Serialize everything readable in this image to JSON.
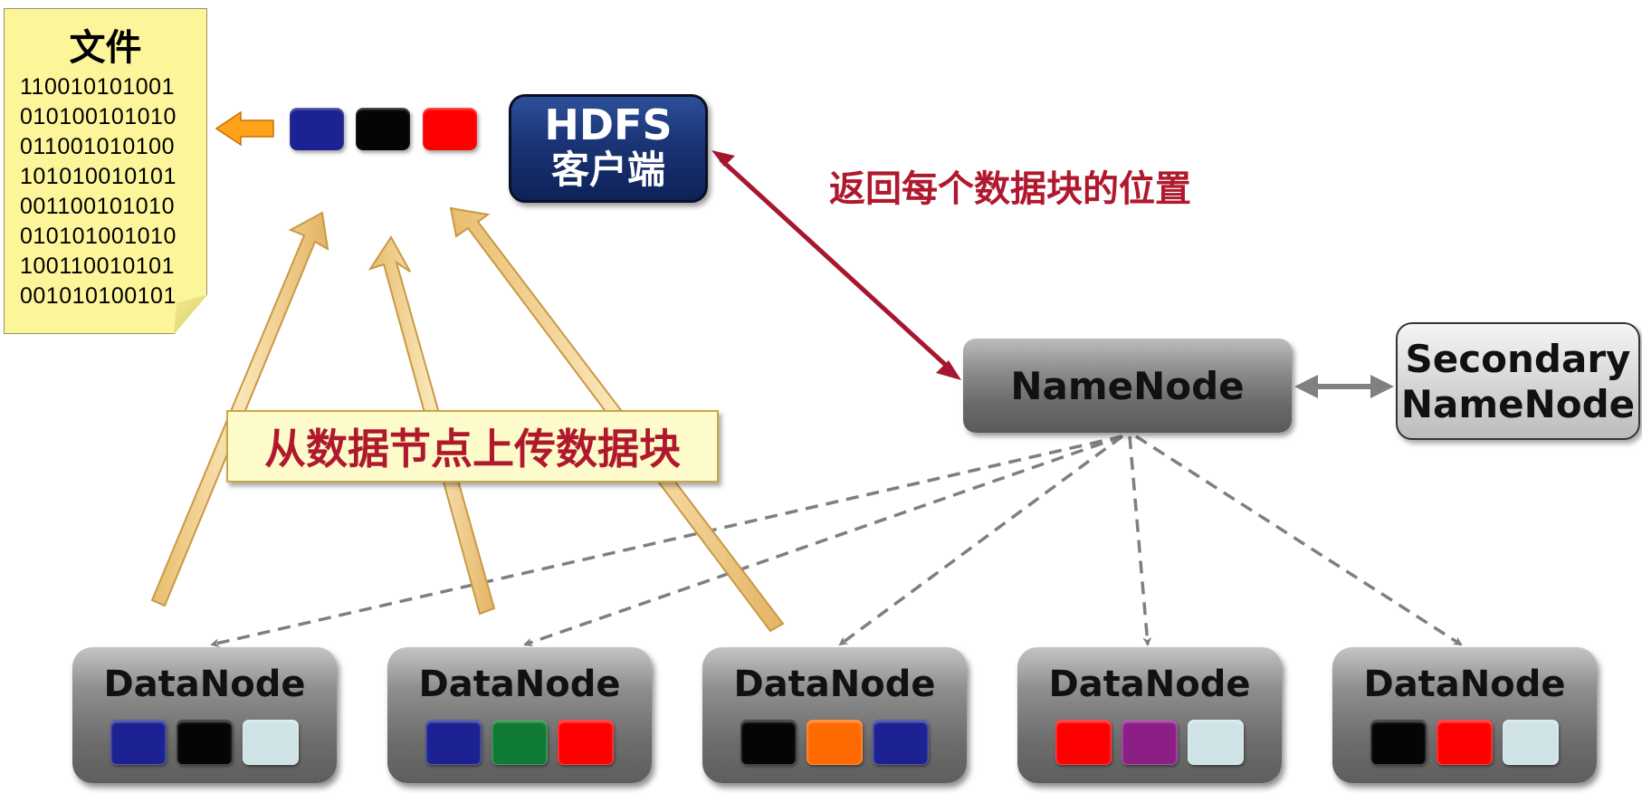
{
  "file": {
    "title": "文件",
    "lines": [
      "110010101001",
      "010100101010",
      "011001010100",
      "101010010101",
      "001100101010",
      "010101001010",
      "100110010101",
      "001010100101"
    ]
  },
  "client": {
    "line1": "HDFS",
    "line2": "客户端"
  },
  "return_label": "返回每个数据块的位置",
  "upload_label": "从数据节点上传数据块",
  "namenode": {
    "label": "NameNode"
  },
  "secondary": {
    "line1": "Secondary",
    "line2": "NameNode"
  },
  "colors": {
    "navy": "#1c2291",
    "black": "#050505",
    "red": "#ff0000",
    "lightblue": "#cfe3e6",
    "green": "#0f7a33",
    "orange": "#ff6a00",
    "purple": "#8b1f86",
    "arrow_red": "#a61630",
    "arrow_gray": "#7f7f7f",
    "upload_arrow": "#f0cf8c"
  },
  "client_blocks": [
    "navy",
    "black",
    "red"
  ],
  "datanodes": [
    {
      "label": "DataNode",
      "blocks": [
        "navy",
        "black",
        "lightblue"
      ]
    },
    {
      "label": "DataNode",
      "blocks": [
        "navy",
        "green",
        "red"
      ]
    },
    {
      "label": "DataNode",
      "blocks": [
        "black",
        "orange",
        "navy"
      ]
    },
    {
      "label": "DataNode",
      "blocks": [
        "red",
        "purple",
        "lightblue"
      ]
    },
    {
      "label": "DataNode",
      "blocks": [
        "black",
        "red",
        "lightblue"
      ]
    }
  ]
}
